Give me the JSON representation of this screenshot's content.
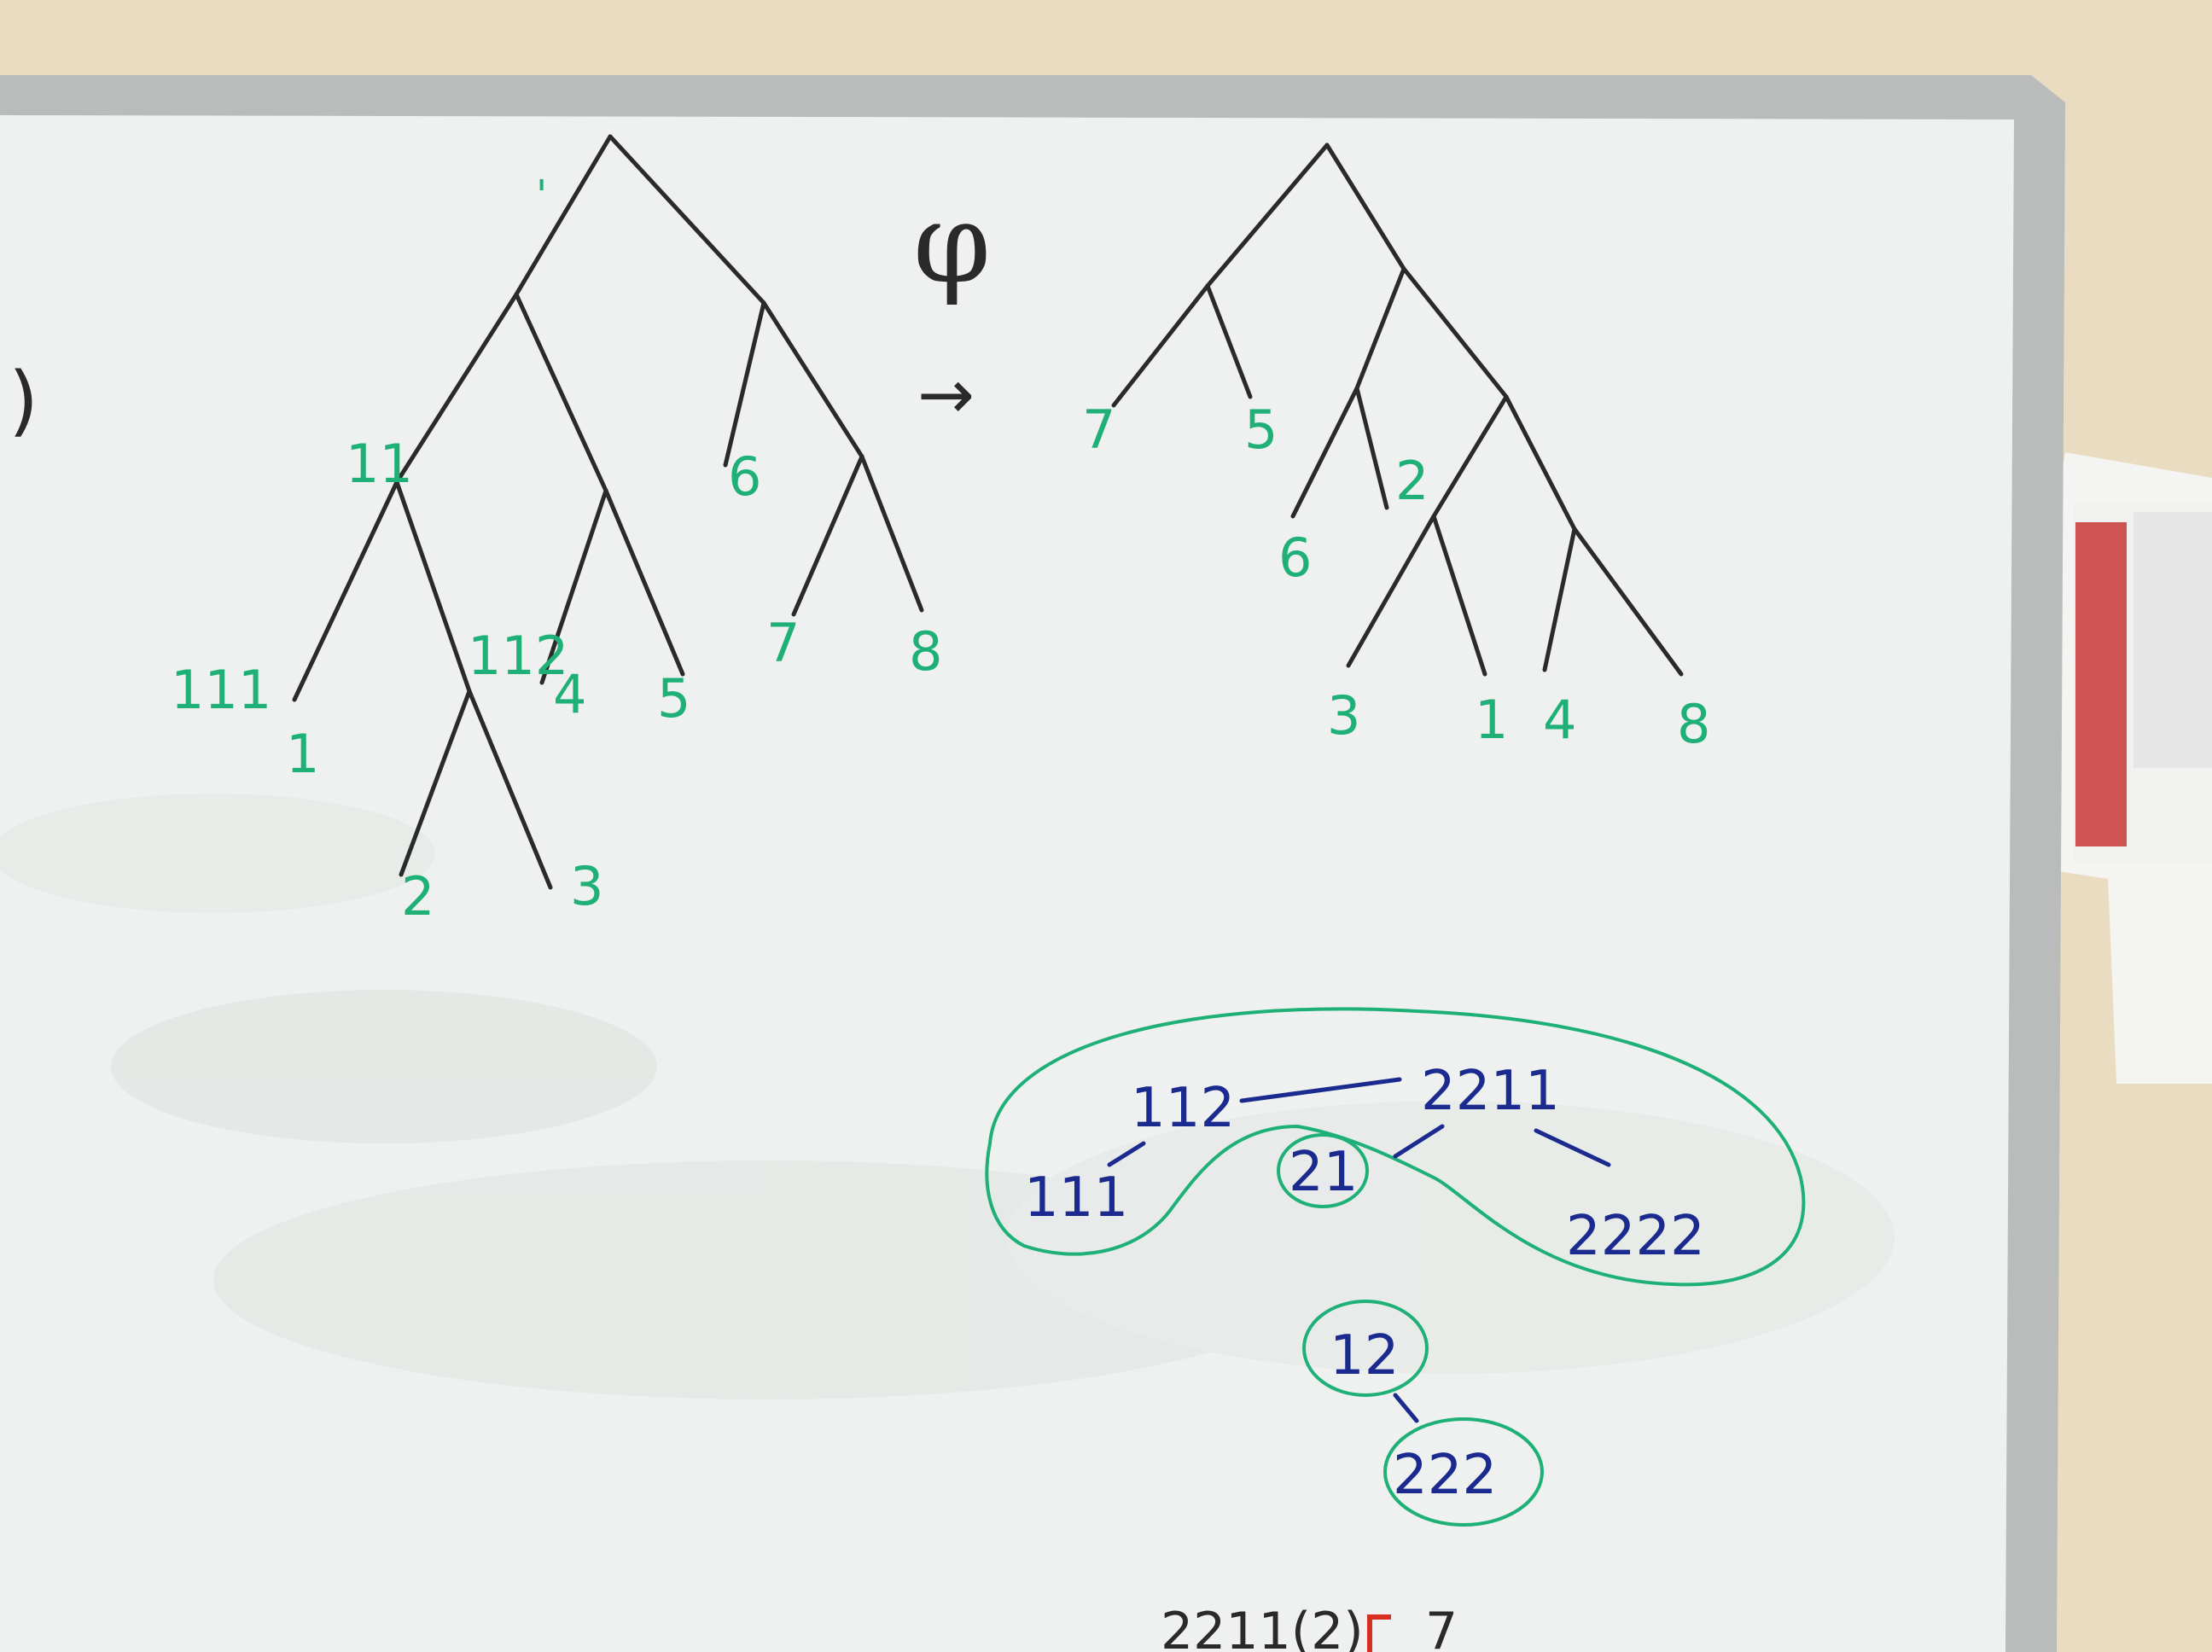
{
  "colors": {
    "wall": "#e9dcc0",
    "board": "#eef1ef",
    "frame": "#b9bcbb",
    "black_marker": "#2a2a2a",
    "green_marker": "#1fb078",
    "blue_marker": "#1b2a8f",
    "red_marker": "#d83020"
  },
  "left_tree": {
    "root_label": "'",
    "labels": [
      "11",
      "111",
      "1",
      "112",
      "2",
      "3",
      "4",
      "5",
      "6",
      "7",
      "8"
    ]
  },
  "phi_symbol": "φ",
  "arrow": "→",
  "left_paren": ")",
  "right_tree": {
    "labels": [
      "7",
      "5",
      "6",
      "2",
      "3",
      "1",
      "4",
      "8"
    ]
  },
  "graph": {
    "nodes": [
      "112",
      "2211",
      "111",
      "21",
      "2222",
      "12",
      "222"
    ]
  },
  "bottom_text": "2211(2)",
  "bottom_extra": "7"
}
